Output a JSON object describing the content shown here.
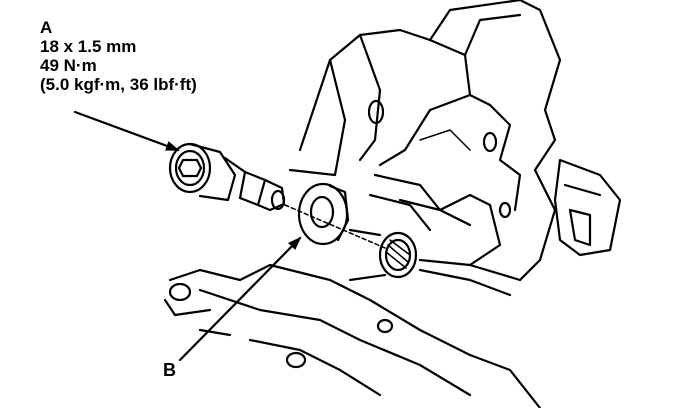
{
  "callout_a": {
    "letter": "A",
    "size": "18 x 1.5 mm",
    "torque_nm": "49 N·m",
    "torque_alt": "(5.0 kgf·m, 36 lbf·ft)"
  },
  "callout_b": {
    "letter": "B"
  },
  "colors": {
    "line": "#000000",
    "background": "#ffffff"
  }
}
